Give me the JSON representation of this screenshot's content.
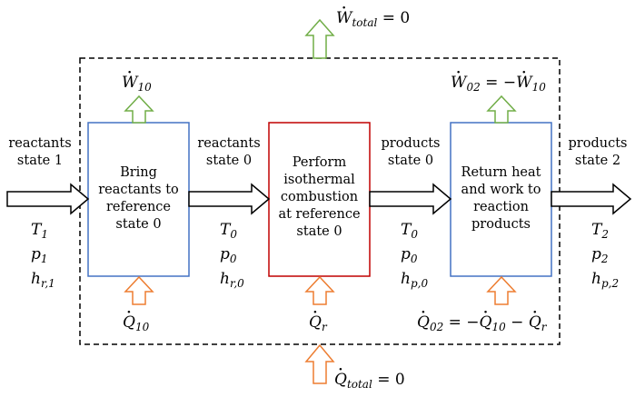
{
  "top": {
    "w_total": {
      "sym": "W",
      "sub": "total",
      "rhs": "= 0"
    }
  },
  "bottom": {
    "q_total": {
      "sym": "Q",
      "sub": "total",
      "rhs": "= 0"
    }
  },
  "boxes": [
    {
      "text": "Bring reactants to reference state 0",
      "lines": [
        "Bring",
        "reactants to",
        "reference",
        "state 0"
      ],
      "work": {
        "sym": "W",
        "sub": "10"
      },
      "heat": {
        "sym": "Q",
        "sub": "10"
      }
    },
    {
      "text": "Perform isothermal combustion at reference state 0",
      "lines": [
        "Perform",
        "isothermal",
        "combustion",
        "at reference",
        "state 0"
      ],
      "heat": {
        "sym": "Q",
        "sub": "r"
      }
    },
    {
      "text": "Return heat and work to reaction products",
      "lines": [
        "Return heat",
        "and work to",
        "reaction",
        "products"
      ],
      "work": {
        "sym": "W",
        "sub": "02",
        "rhs": "= −",
        "rhs_sym": "W",
        "rhs_sub": "10"
      },
      "heat": {
        "sym": "Q",
        "sub": "02",
        "rhs": "= −",
        "rhs_sym": "Q",
        "rhs_sub": "10",
        "rhs2": "−",
        "rhs2_sym": "Q",
        "rhs2_sub": "r"
      }
    }
  ],
  "streams": [
    {
      "label_lines": [
        "reactants",
        "state 1"
      ],
      "vars": [
        {
          "sym": "T",
          "sub": "1"
        },
        {
          "sym": "p",
          "sub": "1"
        },
        {
          "sym": "h",
          "sub": "r,1"
        }
      ]
    },
    {
      "label_lines": [
        "reactants",
        "state 0"
      ],
      "vars": [
        {
          "sym": "T",
          "sub": "0"
        },
        {
          "sym": "p",
          "sub": "0"
        },
        {
          "sym": "h",
          "sub": "r,0"
        }
      ]
    },
    {
      "label_lines": [
        "products",
        "state 0"
      ],
      "vars": [
        {
          "sym": "T",
          "sub": "0"
        },
        {
          "sym": "p",
          "sub": "0"
        },
        {
          "sym": "h",
          "sub": "p,0"
        }
      ]
    },
    {
      "label_lines": [
        "products",
        "state 2"
      ],
      "vars": [
        {
          "sym": "T",
          "sub": "2"
        },
        {
          "sym": "p",
          "sub": "2"
        },
        {
          "sym": "h",
          "sub": "p,2"
        }
      ]
    }
  ],
  "colors": {
    "blue_box": "#4472C4",
    "red_box": "#C00000",
    "green_arrow": "#70AD47",
    "orange_arrow": "#ED7D31",
    "black": "#000000"
  }
}
